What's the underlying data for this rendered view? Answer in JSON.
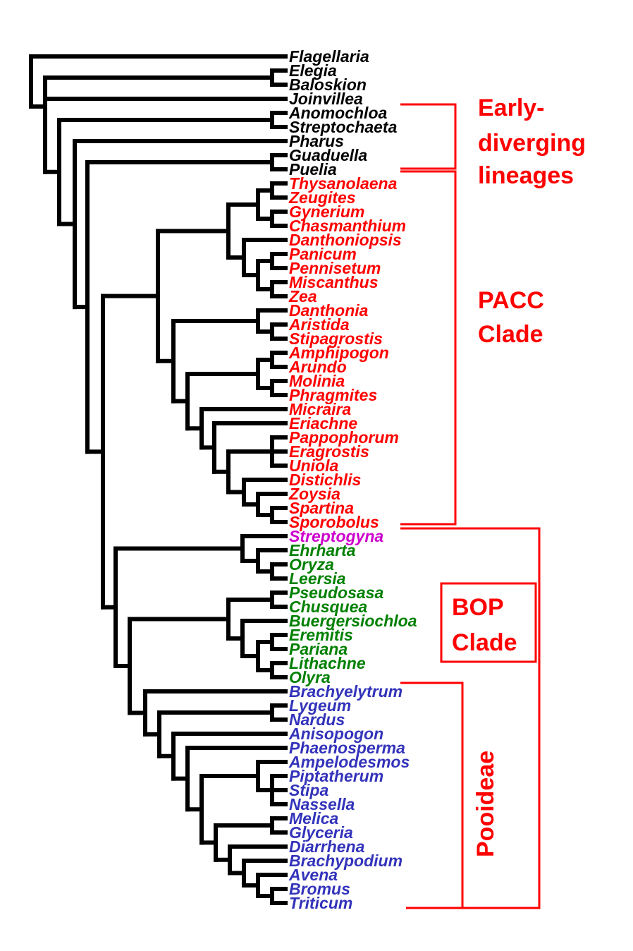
{
  "colors": {
    "black": "#000000",
    "pacc": "#ff0000",
    "streptogyna": "#cc00cc",
    "bop": "#008000",
    "pooideae": "#3333bb",
    "annotation": "#ff0000"
  },
  "taxa": [
    {
      "name": "Flagellaria",
      "group": "black"
    },
    {
      "name": "Elegia",
      "group": "black"
    },
    {
      "name": "Baloskion",
      "group": "black"
    },
    {
      "name": "Joinvillea",
      "group": "black"
    },
    {
      "name": "Anomochloa",
      "group": "black"
    },
    {
      "name": "Streptochaeta",
      "group": "black"
    },
    {
      "name": "Pharus",
      "group": "black"
    },
    {
      "name": "Guaduella",
      "group": "black"
    },
    {
      "name": "Puelia",
      "group": "black"
    },
    {
      "name": "Thysanolaena",
      "group": "pacc"
    },
    {
      "name": "Zeugites",
      "group": "pacc"
    },
    {
      "name": "Gynerium",
      "group": "pacc"
    },
    {
      "name": "Chasmanthium",
      "group": "pacc"
    },
    {
      "name": "Danthoniopsis",
      "group": "pacc"
    },
    {
      "name": "Panicum",
      "group": "pacc"
    },
    {
      "name": "Pennisetum",
      "group": "pacc"
    },
    {
      "name": "Miscanthus",
      "group": "pacc"
    },
    {
      "name": "Zea",
      "group": "pacc"
    },
    {
      "name": "Danthonia",
      "group": "pacc"
    },
    {
      "name": "Aristida",
      "group": "pacc"
    },
    {
      "name": "Stipagrostis",
      "group": "pacc"
    },
    {
      "name": "Amphipogon",
      "group": "pacc"
    },
    {
      "name": "Arundo",
      "group": "pacc"
    },
    {
      "name": "Molinia",
      "group": "pacc"
    },
    {
      "name": "Phragmites",
      "group": "pacc"
    },
    {
      "name": "Micraira",
      "group": "pacc"
    },
    {
      "name": "Eriachne",
      "group": "pacc"
    },
    {
      "name": "Pappophorum",
      "group": "pacc"
    },
    {
      "name": "Eragrostis",
      "group": "pacc"
    },
    {
      "name": "Uniola",
      "group": "pacc"
    },
    {
      "name": "Distichlis",
      "group": "pacc"
    },
    {
      "name": "Zoysia",
      "group": "pacc"
    },
    {
      "name": "Spartina",
      "group": "pacc"
    },
    {
      "name": "Sporobolus",
      "group": "pacc"
    },
    {
      "name": "Streptogyna",
      "group": "streptogyna"
    },
    {
      "name": "Ehrharta",
      "group": "bop"
    },
    {
      "name": "Oryza",
      "group": "bop"
    },
    {
      "name": "Leersia",
      "group": "bop"
    },
    {
      "name": "Pseudosasa",
      "group": "bop"
    },
    {
      "name": "Chusquea",
      "group": "bop"
    },
    {
      "name": "Buergersiochloa",
      "group": "bop"
    },
    {
      "name": "Eremitis",
      "group": "bop"
    },
    {
      "name": "Pariana",
      "group": "bop"
    },
    {
      "name": "Lithachne",
      "group": "bop"
    },
    {
      "name": "Olyra",
      "group": "bop"
    },
    {
      "name": "Brachyelytrum",
      "group": "pooideae"
    },
    {
      "name": "Lygeum",
      "group": "pooideae"
    },
    {
      "name": "Nardus",
      "group": "pooideae"
    },
    {
      "name": "Anisopogon",
      "group": "pooideae"
    },
    {
      "name": "Phaenosperma",
      "group": "pooideae"
    },
    {
      "name": "Ampelodesmos",
      "group": "pooideae"
    },
    {
      "name": "Piptatherum",
      "group": "pooideae"
    },
    {
      "name": "Stipa",
      "group": "pooideae"
    },
    {
      "name": "Nassella",
      "group": "pooideae"
    },
    {
      "name": "Melica",
      "group": "pooideae"
    },
    {
      "name": "Glyceria",
      "group": "pooideae"
    },
    {
      "name": "Diarrhena",
      "group": "pooideae"
    },
    {
      "name": "Brachypodium",
      "group": "pooideae"
    },
    {
      "name": "Avena",
      "group": "pooideae"
    },
    {
      "name": "Bromus",
      "group": "pooideae"
    },
    {
      "name": "Triticum",
      "group": "pooideae"
    }
  ],
  "labels": {
    "early_diverging": [
      "Early-",
      "diverging",
      "lineages"
    ],
    "pacc": [
      "PACC",
      "Clade"
    ],
    "bop": [
      "BOP",
      "Clade"
    ],
    "pooideae": "Pooideae"
  }
}
